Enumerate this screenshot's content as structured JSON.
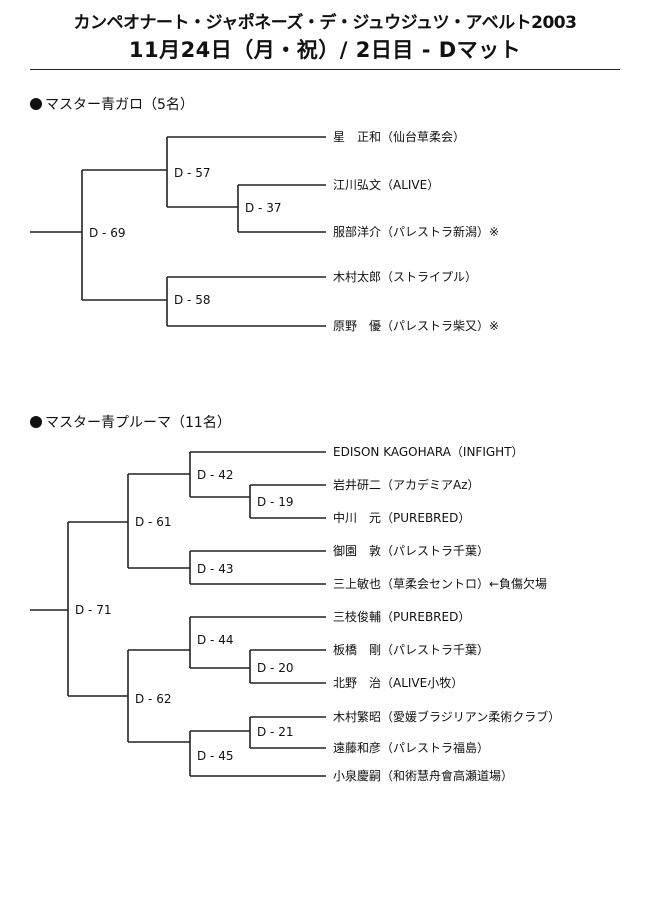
{
  "header": {
    "title": "カンペオナート・ジャポネーズ・デ・ジュウジュツ・アベルト2003",
    "subtitle": "11月24日（月・祝）/ 2日目 - Dマット"
  },
  "brackets": [
    {
      "title": "マスター青ガロ（5名）",
      "matches": [
        "D - 69",
        "D - 57",
        "D - 37",
        "D - 58"
      ],
      "entries": [
        "星　正和（仙台草柔会）",
        "江川弘文（ALIVE）",
        "服部洋介（パレストラ新潟）※",
        "木村太郎（ストライプル）",
        "原野　優（パレストラ柴又）※"
      ]
    },
    {
      "title": "マスター青プルーマ（11名）",
      "matches": [
        "D - 71",
        "D - 61",
        "D - 42",
        "D - 19",
        "D - 43",
        "D - 62",
        "D - 44",
        "D - 20",
        "D - 45",
        "D - 21"
      ],
      "entries": [
        "EDISON KAGOHARA（INFIGHT）",
        "岩井研二（アカデミアAz）",
        "中川　元（PUREBRED）",
        "御園　敦（パレストラ千葉）",
        "三上敏也（草柔会セントロ）←負傷欠場",
        "三枝俊輔（PUREBRED）",
        "板橋　剛（パレストラ千葉）",
        "北野　治（ALIVE小牧）",
        "木村繁昭（愛媛ブラジリアン柔術クラブ）",
        "遠藤和彦（パレストラ福島）",
        "小泉慶嗣（和術慧舟會高瀬道場）"
      ]
    }
  ]
}
